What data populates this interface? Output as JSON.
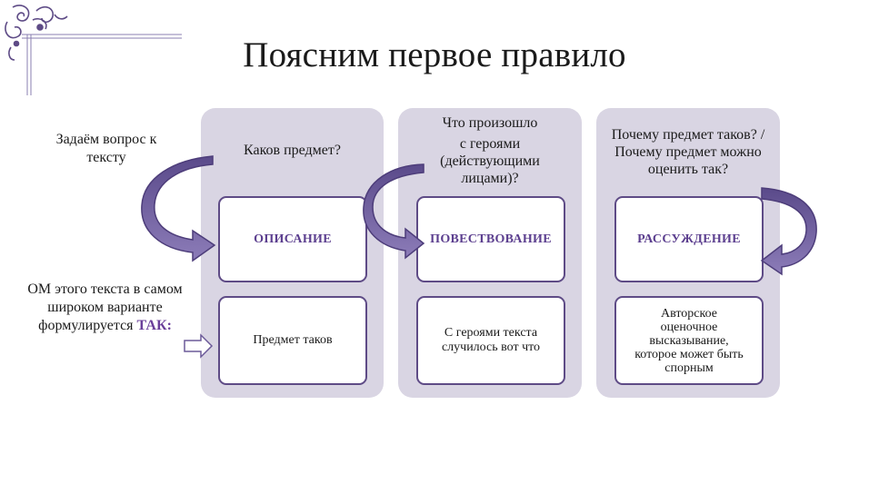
{
  "title": "Поясним первое правило",
  "left": {
    "ask_question": "Задаём вопрос к тексту",
    "om_text": "ОМ этого текста в самом широком варианте формулируется",
    "tak": "ТАК:"
  },
  "columns": [
    {
      "question_lines": [
        "Каков предмет?"
      ],
      "type": "ОПИСАНИЕ",
      "answer_lines": [
        "Предмет таков"
      ]
    },
    {
      "question_lines": [
        "Что произошло",
        "с героями",
        "(действующими",
        "лицами)?"
      ],
      "type": "ПОВЕСТВОВАНИЕ",
      "answer_lines": [
        "С героями текста",
        "случилось вот что"
      ]
    },
    {
      "question_lines": [
        "Почему предмет таков? /",
        "Почему предмет можно",
        "оценить так?"
      ],
      "type": "РАССУЖДЕНИЕ",
      "answer_lines": [
        "Авторское",
        "оценочное",
        "высказывание,",
        "которое может быть",
        "спорным"
      ]
    }
  ],
  "colors": {
    "accent": "#5c3f8f",
    "panel": "#d9d5e3",
    "arrow": "#6c5a99"
  }
}
